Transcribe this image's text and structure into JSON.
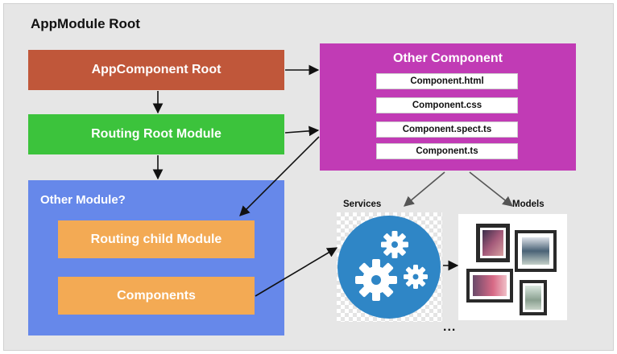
{
  "title": "AppModule Root",
  "app_component": "AppComponent Root",
  "routing_root": "Routing Root Module",
  "other_module": {
    "label": "Other Module?",
    "routing_child": "Routing child Module",
    "components": "Components"
  },
  "other_component": {
    "label": "Other Component",
    "files": [
      "Component.html",
      "Component.css",
      "Component.spect.ts",
      "Component.ts"
    ]
  },
  "services_label": "Services",
  "models_label": "Models",
  "ellipsis": "...",
  "colors": {
    "app_component": "#c0573a",
    "routing_root": "#3cc33c",
    "other_module": "#6688ea",
    "child_boxes": "#f3aa54",
    "other_component": "#c13bb5",
    "services_circle": "#2f86c6"
  },
  "icons": [
    "gears-icon",
    "picture-frames-icon"
  ]
}
